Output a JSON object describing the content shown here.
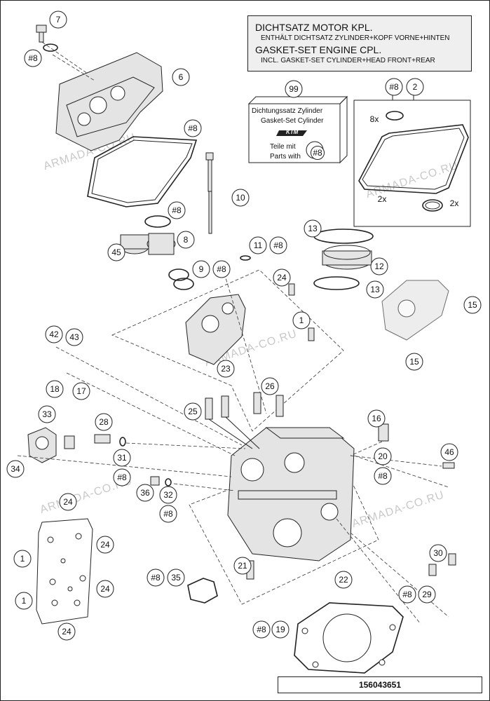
{
  "header_box": {
    "line1": "DICHTSATZ MOTOR KPL.",
    "line2": "ENTHÄLT DICHTSATZ ZYLINDER+KOPF VORNE+HINTEN",
    "line3": "GASKET-SET ENGINE CPL.",
    "line4": "INCL. GASKET-SET CYLINDER+HEAD FRONT+REAR"
  },
  "kit_box": {
    "line1": "Dichtungssatz Zylinder",
    "line2": "Gasket-Set Cylinder",
    "logo": "KTM",
    "line3": "Teile mit",
    "line4": "Parts with",
    "ref": "#8"
  },
  "callouts": {
    "c7": "7",
    "c8a": "#8",
    "c6": "6",
    "c8b": "#8",
    "c99": "99",
    "c8c": "#8",
    "c2": "2",
    "x8": "8x",
    "x2a": "2x",
    "x2b": "2x",
    "c10": "10",
    "c8d": "#8",
    "c45": "45",
    "c8": "8",
    "c11": "11",
    "c8e": "#8",
    "c9": "9",
    "c8f": "#8",
    "c13a": "13",
    "c12": "12",
    "c13b": "13",
    "c24a": "24",
    "c1a": "1",
    "c15a": "15",
    "c15b": "15",
    "c42": "42",
    "c43": "43",
    "c23": "23",
    "c18": "18",
    "c17": "17",
    "c26": "26",
    "c25": "25",
    "c16": "16",
    "c33": "33",
    "c28": "28",
    "c46": "46",
    "c20": "20",
    "c8g": "#8",
    "c31": "31",
    "c34": "34",
    "c8h": "#8",
    "c36": "36",
    "c32": "32",
    "c8i": "#8",
    "c24b": "24",
    "c24c": "24",
    "c1b": "1",
    "c24d": "24",
    "c1c": "1",
    "c24e": "24",
    "c30": "30",
    "c21": "21",
    "c8j": "#8",
    "c35": "35",
    "c22": "22",
    "c8k": "#8",
    "c29": "29",
    "c8l": "#8",
    "c19": "19"
  },
  "watermark": "ARMADA-CO.RU",
  "part_number": "156043651"
}
